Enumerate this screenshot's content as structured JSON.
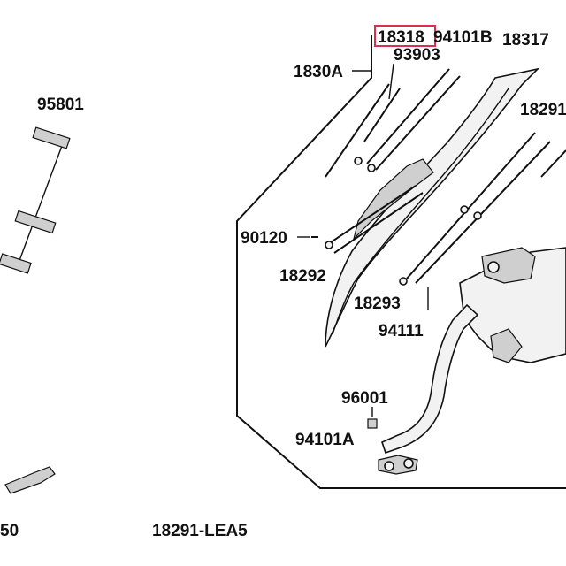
{
  "labels": {
    "p18318": "18318",
    "p94101B": "94101B",
    "p18317": "18317",
    "p1830A": "1830A",
    "p93903": "93903",
    "p95801": "95801",
    "p18291": "18291",
    "p90120": "90120",
    "p18292": "18292",
    "p18293": "18293",
    "p94111": "94111",
    "p96001": "96001",
    "p94101A": "94101A",
    "p50": "50",
    "p18291LEA5": "18291-LEA5"
  },
  "highlight": {
    "target": "18318",
    "color": "#d9304f"
  }
}
